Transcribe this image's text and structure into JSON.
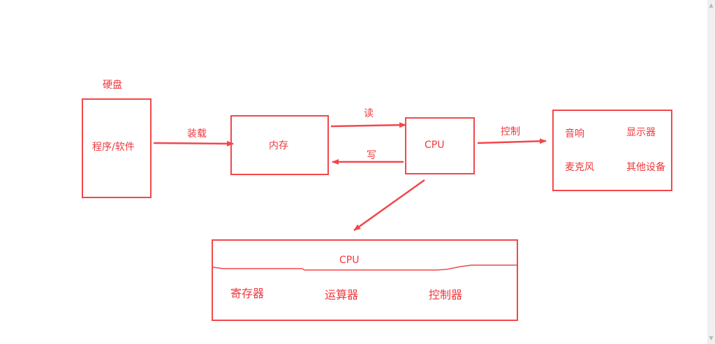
{
  "diagram": {
    "disk": {
      "title": "硬盘",
      "content": "程序/软件"
    },
    "load_arrow": {
      "label": "装载"
    },
    "memory": {
      "label": "内存"
    },
    "read_arrow": {
      "label": "读"
    },
    "write_arrow": {
      "label": "写"
    },
    "cpu": {
      "label": "CPU"
    },
    "control_arrow": {
      "label": "控制"
    },
    "devices": {
      "items": [
        "音响",
        "显示器",
        "麦克风",
        "其他设备"
      ]
    },
    "cpu_detail": {
      "title": "CPU",
      "components": [
        "寄存器",
        "运算器",
        "控制器"
      ]
    }
  },
  "colors": {
    "stroke": "#f2474b",
    "text": "#f0383d"
  }
}
